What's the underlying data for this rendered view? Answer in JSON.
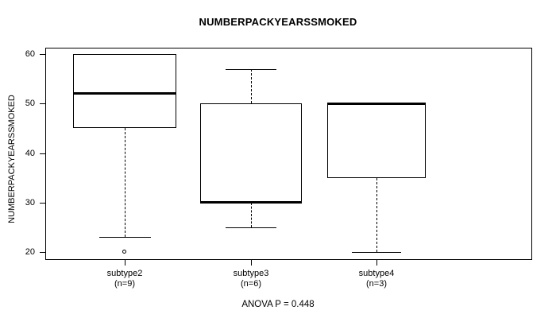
{
  "chart_data": {
    "type": "boxplot",
    "title": "NUMBERPACKYEARSSMOKED",
    "ylabel": "NUMBERPACKYEARSSMOKED",
    "xlabel": "",
    "ylim": [
      18,
      61
    ],
    "yticks": [
      20,
      30,
      40,
      50,
      60
    ],
    "ytick_labels": [
      "20",
      "30",
      "40",
      "50",
      "60"
    ],
    "grid": false,
    "legend": null,
    "annotation": "ANOVA P = 0.448",
    "categories": [
      "subtype2",
      "subtype3",
      "subtype4"
    ],
    "counts": [
      "(n=9)",
      "(n=6)",
      "(n=3)"
    ],
    "boxes": [
      {
        "name": "subtype2",
        "label": "subtype2",
        "count_label": "(n=9)",
        "n": 9,
        "whisker_low": 23,
        "q1": 45,
        "median": 52,
        "q3": 60,
        "whisker_high": 60,
        "outliers": [
          20
        ]
      },
      {
        "name": "subtype3",
        "label": "subtype3",
        "count_label": "(n=6)",
        "n": 6,
        "whisker_low": 25,
        "q1": 30,
        "median": 30,
        "q3": 50,
        "whisker_high": 57,
        "outliers": []
      },
      {
        "name": "subtype4",
        "label": "subtype4",
        "count_label": "(n=3)",
        "n": 3,
        "whisker_low": 20,
        "q1": 35,
        "median": 50,
        "q3": 50,
        "whisker_high": 50,
        "outliers": []
      }
    ],
    "colors": {
      "line": "#000000",
      "background": "#ffffff",
      "box_fill": "#ffffff"
    }
  }
}
